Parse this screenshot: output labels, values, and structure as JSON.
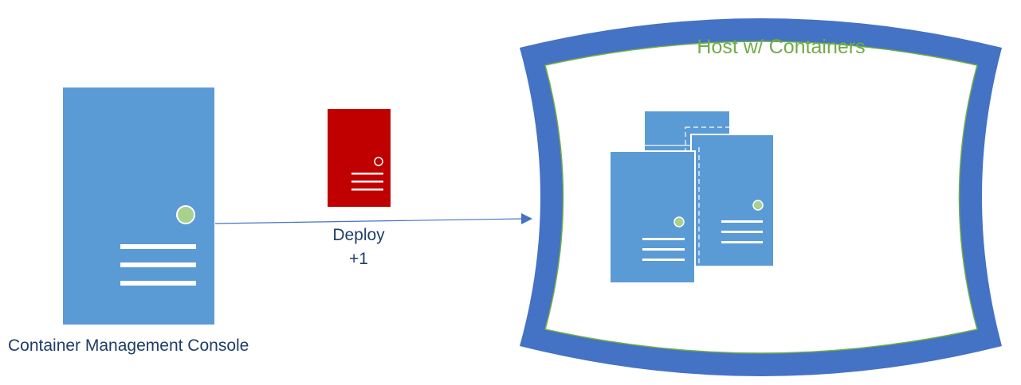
{
  "labels": {
    "console": "Container Management Console",
    "deploy_line1": "Deploy",
    "deploy_line2": "+1",
    "host": "Host w/ Containers"
  },
  "colors": {
    "server_blue": "#5B9BD5",
    "container_red": "#C00000",
    "host_frame_blue": "#4472C4",
    "host_label_green": "#70AD47",
    "indicator_green": "#A9D18E",
    "text_dark_blue": "#1F3D68",
    "arrow_blue": "#4472C4"
  },
  "icons": {
    "console_server": "server-tower-icon",
    "deploy_container": "container-server-icon",
    "host_containers": "stacked-servers-icon",
    "deploy_arrow": "arrow-right-icon"
  }
}
